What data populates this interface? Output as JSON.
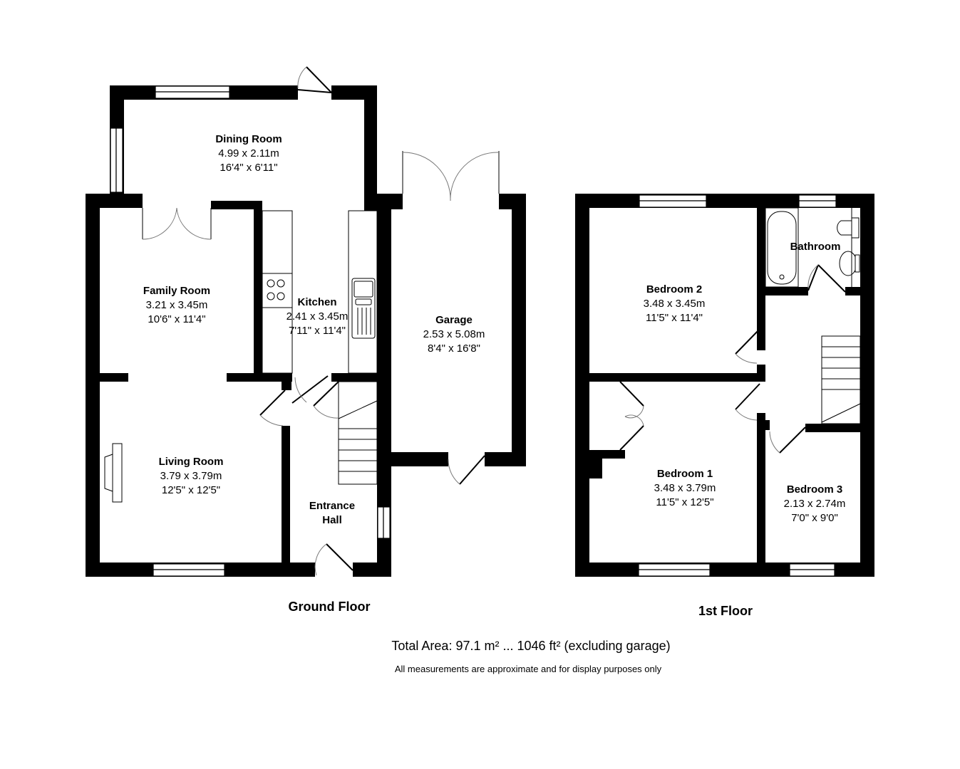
{
  "ground_floor": {
    "title": "Ground Floor",
    "rooms": [
      {
        "name": "Dining Room",
        "metric": "4.99 x 2.11m",
        "imperial": "16'4\" x 6'11\""
      },
      {
        "name": "Family Room",
        "metric": "3.21 x 3.45m",
        "imperial": "10'6\" x 11'4\""
      },
      {
        "name": "Kitchen",
        "metric": "2.41 x 3.45m",
        "imperial": "7'11\" x 11'4\""
      },
      {
        "name": "Garage",
        "metric": "2.53 x 5.08m",
        "imperial": "8'4\" x 16'8\""
      },
      {
        "name": "Living Room",
        "metric": "3.79 x 3.79m",
        "imperial": "12'5\" x 12'5\""
      },
      {
        "name": "Entrance",
        "name_line2": "Hall"
      }
    ]
  },
  "first_floor": {
    "title": "1st Floor",
    "rooms": [
      {
        "name": "Bedroom 2",
        "metric": "3.48 x 3.45m",
        "imperial": "11'5\" x 11'4\""
      },
      {
        "name": "Bathroom"
      },
      {
        "name": "Bedroom 1",
        "metric": "3.48 x 3.79m",
        "imperial": "11'5\" x 12'5\""
      },
      {
        "name": "Bedroom 3",
        "metric": "2.13 x 2.74m",
        "imperial": "7'0\" x 9'0\""
      }
    ]
  },
  "footer": {
    "total_area": "Total Area: 97.1 m² ... 1046 ft² (excluding garage)",
    "disclaimer": "All measurements are approximate and for display purposes only"
  },
  "colors": {
    "wall": "#000000",
    "background": "#ffffff",
    "door_arc": "#777777"
  }
}
